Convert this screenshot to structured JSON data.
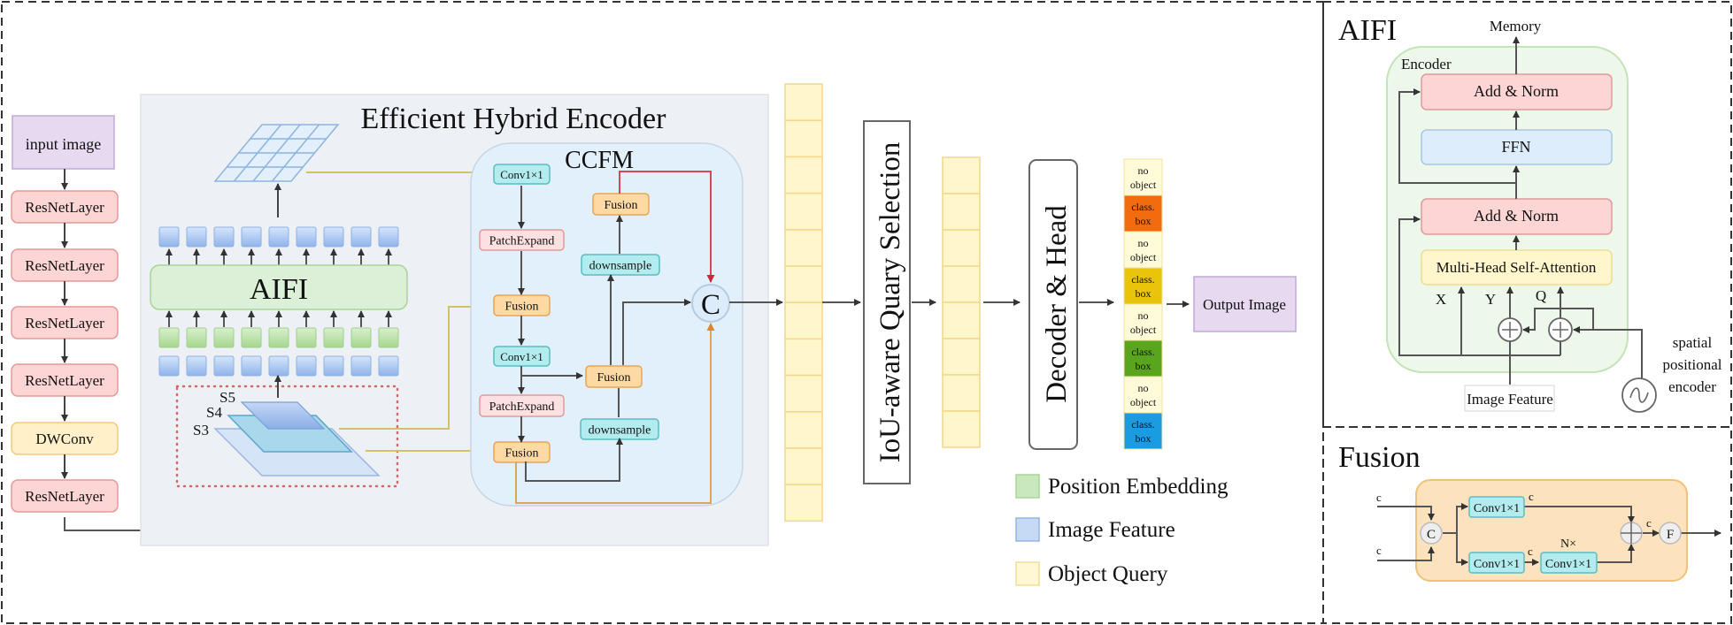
{
  "backbone": {
    "input_label": "input image",
    "layers": [
      "ResNetLayer",
      "ResNetLayer",
      "ResNetLayer",
      "ResNetLayer",
      "DWConv",
      "ResNetLayer"
    ]
  },
  "encoder": {
    "title": "Efficient Hybrid Encoder",
    "aifi_label": "AIFI",
    "scale_labels": [
      "S5",
      "S4",
      "S3"
    ],
    "token_count": 9
  },
  "ccfm": {
    "title": "CCFM",
    "conv_top": "Conv1×1",
    "patch_expand_top": "PatchExpand",
    "fusion_mid": "Fusion",
    "conv_mid": "Conv1×1",
    "patch_expand_bottom": "PatchExpand",
    "fusion_bottom": "Fusion",
    "downsample_bottom": "downsample",
    "fusion_right_mid": "Fusion",
    "downsample_top": "downsample",
    "fusion_top": "Fusion",
    "concat_label": "C"
  },
  "query_selection": {
    "label": "IoU-aware Quary Selection",
    "query_cells_before": 12,
    "query_cells_after": 8
  },
  "decoder": {
    "label": "Decoder & Head"
  },
  "predictions": [
    {
      "line1": "no",
      "line2": "object",
      "color": "#fffbd9"
    },
    {
      "line1": "class.",
      "line2": "box",
      "color": "#f26b0f"
    },
    {
      "line1": "no",
      "line2": "object",
      "color": "#fffbd9"
    },
    {
      "line1": "class.",
      "line2": "box",
      "color": "#e9c40a"
    },
    {
      "line1": "no",
      "line2": "object",
      "color": "#fffbd9"
    },
    {
      "line1": "class.",
      "line2": "box",
      "color": "#5aa51e"
    },
    {
      "line1": "no",
      "line2": "object",
      "color": "#fffbd9"
    },
    {
      "line1": "class.",
      "line2": "box",
      "color": "#1b9be0"
    }
  ],
  "output_label": "Output Image",
  "legend": [
    {
      "label": "Position Embedding",
      "color": "#c9e8bd"
    },
    {
      "label": "Image Feature",
      "color": "#c7daf5"
    },
    {
      "label": "Object Query",
      "color": "#fff8d2"
    }
  ],
  "aifi_panel": {
    "title": "AIFI",
    "memory_label": "Memory",
    "encoder_label": "Encoder",
    "add_norm_top": "Add & Norm",
    "ffn": "FFN",
    "add_norm_bottom": "Add & Norm",
    "mhsa": "Multi-Head Self-Attention",
    "x_label": "X",
    "y_label": "Y",
    "q_label": "Q",
    "image_feature": "Image Feature",
    "spe_line1": "spatial",
    "spe_line2": "positional",
    "spe_line3": "encoder"
  },
  "fusion_panel": {
    "title": "Fusion",
    "c_in_top": "c",
    "c_in_bottom": "c",
    "concat": "C",
    "conv_top": "Conv1×1",
    "c_after_top": "c",
    "conv_bottom": "Conv1×1",
    "c_mid_bottom": "c",
    "repeat_label": "N×",
    "conv_repeat": "Conv1×1",
    "c_after_sum": "c",
    "f_label": "F"
  },
  "colors": {
    "resnet_fill": "#fdd5d5",
    "resnet_stroke": "#e39a9a",
    "dwconv_fill": "#fff0c9",
    "dwconv_stroke": "#f0cc7a",
    "input_fill": "#e7d9ef",
    "input_stroke": "#c3a9d6",
    "encoder_bg": "#edf1f5",
    "ccfm_bg": "#e2f0fc",
    "conv_fill": "#b3ecee",
    "conv_stroke": "#5bbcc4",
    "fusion_fill": "#fdd9a4",
    "fusion_stroke": "#e3a65a",
    "patch_fill": "#fde0e0",
    "patch_stroke": "#e09a9a",
    "aifi_fill": "#dcefd7",
    "aifi_stroke": "#a9d39a",
    "query_fill": "#fff6cc",
    "query_stroke": "#f2d78c",
    "yellow_line": "#d5c06a",
    "red_line": "#d0485a",
    "orange_line": "#d9a55f"
  }
}
